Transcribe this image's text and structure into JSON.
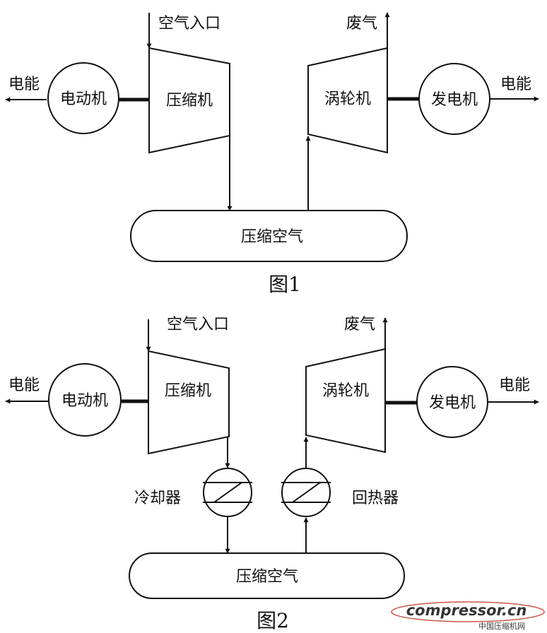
{
  "figure1": {
    "caption": "图1",
    "input_power_label": "电能",
    "motor_label": "电动机",
    "air_inlet_label": "空气入口",
    "compressor_label": "压缩机",
    "exhaust_label": "废气",
    "turbine_label": "涡轮机",
    "generator_label": "发电机",
    "output_power_label": "电能",
    "storage_label": "压缩空气"
  },
  "figure2": {
    "caption": "图2",
    "input_power_label": "电能",
    "motor_label": "电动机",
    "air_inlet_label": "空气入口",
    "compressor_label": "压缩机",
    "exhaust_label": "废气",
    "turbine_label": "涡轮机",
    "generator_label": "发电机",
    "output_power_label": "电能",
    "cooler_label": "冷却器",
    "regenerator_label": "回热器",
    "storage_label": "压缩空气"
  },
  "watermark": {
    "brand": "compressor.cn",
    "site_name": "中国压缩机网",
    "accent_color": "#c0392b",
    "text_color": "#9aa0a6"
  }
}
